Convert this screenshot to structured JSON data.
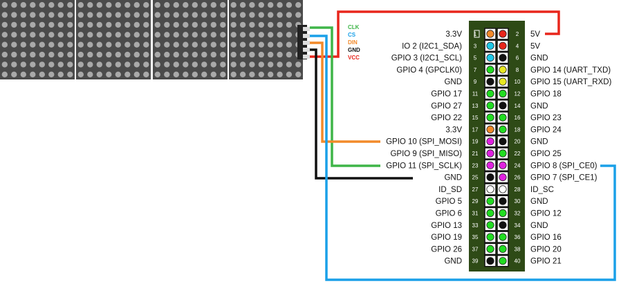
{
  "colors": {
    "red": "#e8261c",
    "black": "#111111",
    "green": "#3fb548",
    "orange": "#f28a2a",
    "blue": "#1aa0e8",
    "board": "#2e4a16",
    "matrix_bg": "#4b4b4b",
    "led": "#a9a9a9"
  },
  "connector_labels": [
    {
      "text": "CLK",
      "color": "#3fb548"
    },
    {
      "text": "CS",
      "color": "#1aa0e8"
    },
    {
      "text": "DIN",
      "color": "#f28a2a"
    },
    {
      "text": "GND",
      "color": "#111111"
    },
    {
      "text": "VCC",
      "color": "#e8261c"
    }
  ],
  "pins": [
    {
      "num": "1",
      "label": "3.3V",
      "color": "#f28a2a"
    },
    {
      "num": "2",
      "label": "5V",
      "color": "#e8261c"
    },
    {
      "num": "3",
      "label": "IO 2 (I2C1_SDA)",
      "color": "#1ec8e8"
    },
    {
      "num": "4",
      "label": "5V",
      "color": "#e8261c"
    },
    {
      "num": "5",
      "label": "GPIO 3 (I2C1_SCL)",
      "color": "#1ec8e8"
    },
    {
      "num": "6",
      "label": "GND",
      "color": "#111111"
    },
    {
      "num": "7",
      "label": "GPIO 4 (GPCLK0)",
      "color": "#22dd22"
    },
    {
      "num": "8",
      "label": "GPIO 14 (UART_TXD)",
      "color": "#e8e822"
    },
    {
      "num": "9",
      "label": "GND",
      "color": "#111111"
    },
    {
      "num": "10",
      "label": "GPIO 15 (UART_RXD)",
      "color": "#e8e822"
    },
    {
      "num": "11",
      "label": "GPIO 17",
      "color": "#22dd22"
    },
    {
      "num": "12",
      "label": "GPIO 18",
      "color": "#22dd22"
    },
    {
      "num": "13",
      "label": "GPIO 27",
      "color": "#22dd22"
    },
    {
      "num": "14",
      "label": "GND",
      "color": "#111111"
    },
    {
      "num": "15",
      "label": "GPIO 22",
      "color": "#22dd22"
    },
    {
      "num": "16",
      "label": "GPIO 23",
      "color": "#22dd22"
    },
    {
      "num": "17",
      "label": "3.3V",
      "color": "#f28a2a"
    },
    {
      "num": "18",
      "label": "GPIO 24",
      "color": "#22dd22"
    },
    {
      "num": "19",
      "label": "GPIO 10 (SPI_MOSI)",
      "color": "#e022e0"
    },
    {
      "num": "20",
      "label": "GND",
      "color": "#111111"
    },
    {
      "num": "21",
      "label": "GPIO 9 (SPI_MISO)",
      "color": "#e022e0"
    },
    {
      "num": "22",
      "label": "GPIO 25",
      "color": "#22dd22"
    },
    {
      "num": "23",
      "label": "GPIO 11 (SPI_SCLK)",
      "color": "#e022e0"
    },
    {
      "num": "24",
      "label": "GPIO 8 (SPI_CE0)",
      "color": "#e022e0"
    },
    {
      "num": "25",
      "label": "GND",
      "color": "#111111"
    },
    {
      "num": "26",
      "label": "GPIO 7 (SPI_CE1)",
      "color": "#e022e0"
    },
    {
      "num": "27",
      "label": "ID_SD",
      "color": "#ffffff"
    },
    {
      "num": "28",
      "label": "ID_SC",
      "color": "#ffffff"
    },
    {
      "num": "29",
      "label": "GPIO 5",
      "color": "#22dd22"
    },
    {
      "num": "30",
      "label": "GND",
      "color": "#111111"
    },
    {
      "num": "31",
      "label": "GPIO 6",
      "color": "#22dd22"
    },
    {
      "num": "32",
      "label": "GPIO 12",
      "color": "#22dd22"
    },
    {
      "num": "33",
      "label": "GPIO 13",
      "color": "#22dd22"
    },
    {
      "num": "34",
      "label": "GND",
      "color": "#111111"
    },
    {
      "num": "35",
      "label": "GPIO 19",
      "color": "#22dd22"
    },
    {
      "num": "36",
      "label": "GPIO 16",
      "color": "#22dd22"
    },
    {
      "num": "37",
      "label": "GPIO 26",
      "color": "#22dd22"
    },
    {
      "num": "38",
      "label": "GPIO 20",
      "color": "#22dd22"
    },
    {
      "num": "39",
      "label": "GND",
      "color": "#111111"
    },
    {
      "num": "40",
      "label": "GPIO 21",
      "color": "#22dd22"
    }
  ]
}
